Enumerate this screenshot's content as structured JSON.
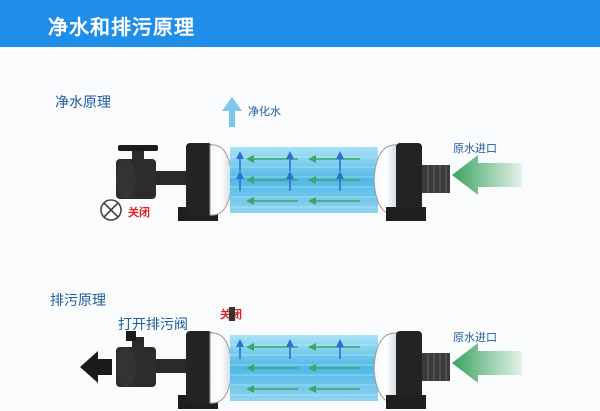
{
  "header": {
    "title": "净水和排污原理"
  },
  "sections": {
    "purify": {
      "title": "净水原理",
      "output_label": "净化水",
      "inlet_label": "原水进口",
      "valve_state": "关闭"
    },
    "drain": {
      "title": "排污原理",
      "valve_action": "打开排污阀",
      "outlet_state": "关闭",
      "inlet_label": "原水进口"
    }
  },
  "colors": {
    "banner": "#1e8ee8",
    "label_text": "#1f5b9e",
    "accent_red": "#e21f1f",
    "water": "#5fc6ee",
    "flow_arrow_green": "#3aa865",
    "flow_arrow_blue": "#2b6fd6"
  }
}
